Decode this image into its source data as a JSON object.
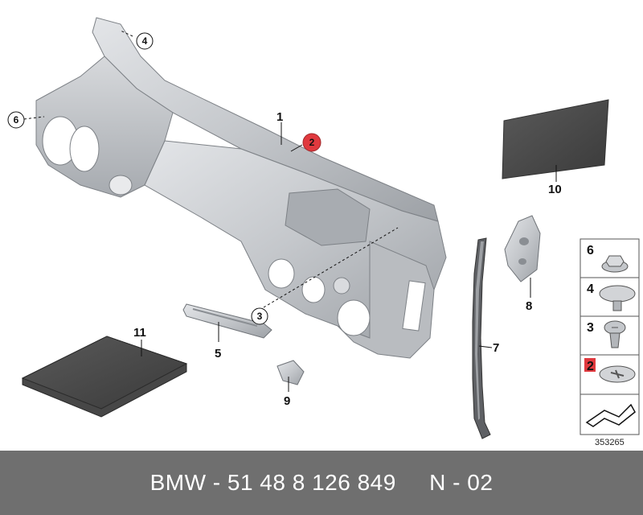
{
  "callouts": {
    "part1": "1",
    "part2_marker": "2",
    "part3_marker": "3",
    "part4_marker": "4",
    "part5": "5",
    "part6_marker": "6",
    "part7": "7",
    "part8": "8",
    "part9": "9",
    "part10": "10",
    "part11": "11"
  },
  "legend": {
    "items": [
      {
        "number": "6",
        "icon": "hex-nut-icon"
      },
      {
        "number": "4",
        "icon": "push-clip-icon"
      },
      {
        "number": "3",
        "icon": "screw-clip-icon"
      },
      {
        "number": "2",
        "icon": "expansion-rivet-icon",
        "highlight_color": "#e0393e"
      }
    ],
    "arrow_icon": "arrow-icon"
  },
  "reference_number": "353265",
  "footer": {
    "text": "BMW - 51 48 8 126 849     N - 02"
  },
  "colors": {
    "highlight": "#e0393e",
    "part_gray": "#c9cbce",
    "pad_dark": "#4a4a4a",
    "footer_bg": "#6f6f6f"
  }
}
